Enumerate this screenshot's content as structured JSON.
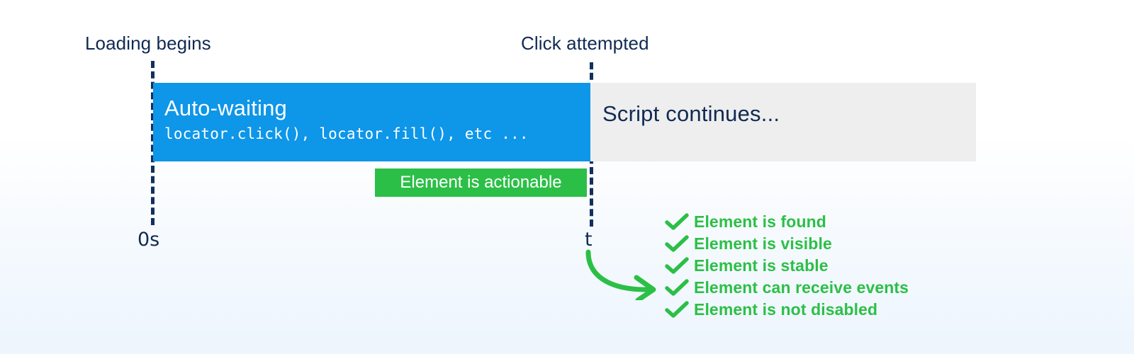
{
  "timeline": {
    "markers": [
      {
        "id": "loading-begins",
        "label": "Loading begins"
      },
      {
        "id": "click-attempted",
        "label": "Click attempted"
      }
    ],
    "ticks": [
      {
        "id": "zero",
        "label": "0s"
      },
      {
        "id": "t",
        "label": "t"
      }
    ],
    "phases": [
      {
        "id": "auto-waiting",
        "title": "Auto-waiting",
        "code": "locator.click(), locator.fill(), etc ...",
        "color": "#0e96e8",
        "text_color": "#ffffff"
      },
      {
        "id": "script-continues",
        "title": "Script continues...",
        "color": "#eeeeee",
        "text_color": "#112a52"
      }
    ]
  },
  "chip": {
    "label": "Element is actionable",
    "color": "#2cbf47",
    "text_color": "#ffffff"
  },
  "checklist": {
    "icon": "check-icon",
    "color": "#2cbf47",
    "items": [
      {
        "label": "Element is found"
      },
      {
        "label": "Element is visible"
      },
      {
        "label": "Element is stable"
      },
      {
        "label": "Element can receive events"
      },
      {
        "label": "Element is not disabled"
      }
    ]
  },
  "colors": {
    "brand_blue": "#0e96e8",
    "brand_green": "#2cbf47",
    "ink_navy": "#112a52",
    "panel_gray": "#eeeeee",
    "background_top": "#ffffff",
    "background_bottom": "#edf5fd"
  }
}
